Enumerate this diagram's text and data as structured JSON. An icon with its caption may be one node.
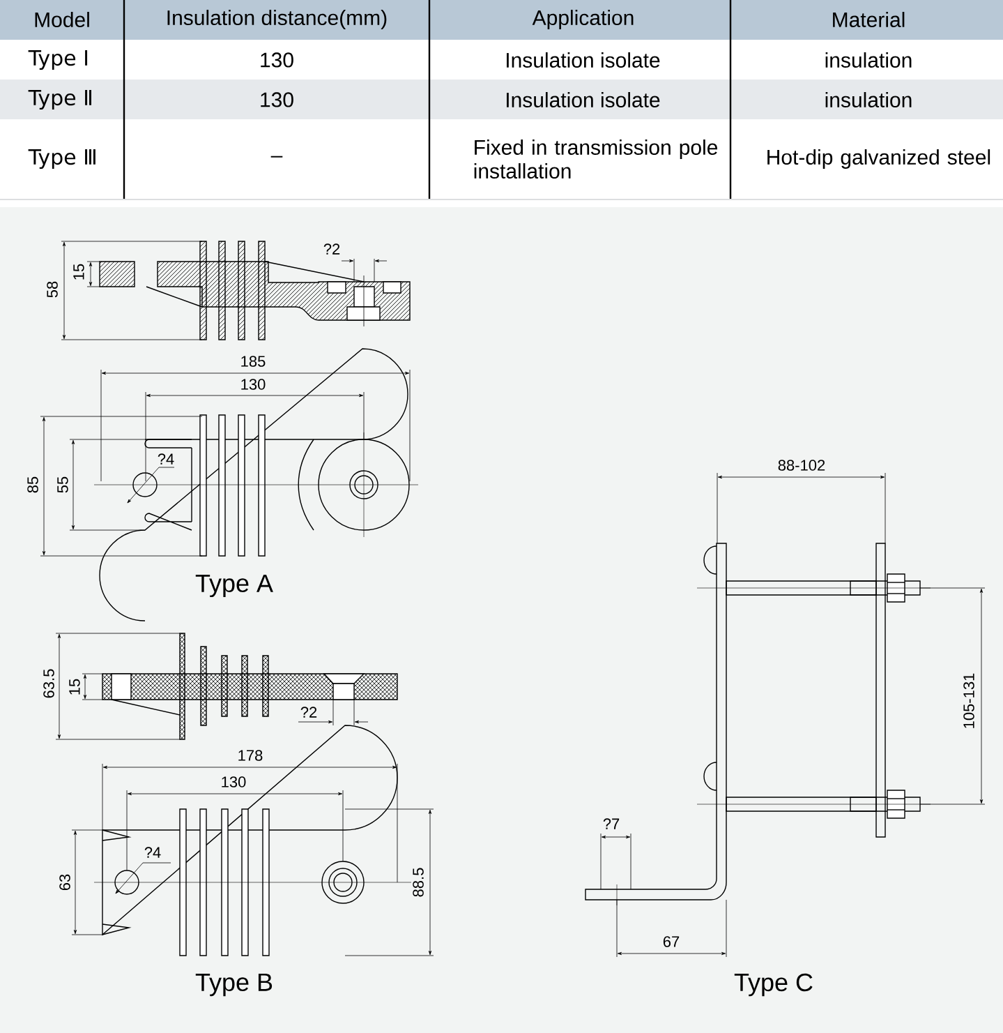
{
  "diagram": {
    "labels": [
      "Model",
      "Insulation distance(mm)",
      "Application",
      "Material",
      "Type Ⅰ",
      "130",
      "Insulation isolate",
      "insulation",
      "Type Ⅱ",
      "130",
      "Insulation isolate",
      "insulation",
      "Type Ⅲ",
      "–",
      "Fixed in transmission pole installation",
      "Hot-dip galvanized steel",
      "58",
      "15",
      "?2",
      "185",
      "130",
      "?4",
      "85",
      "55",
      "Type A",
      "63.5",
      "15",
      "?2",
      "178",
      "130",
      "?4",
      "63",
      "88.5",
      "Type B",
      "88-102",
      "105-131",
      "?7",
      "67",
      "Type C"
    ]
  }
}
